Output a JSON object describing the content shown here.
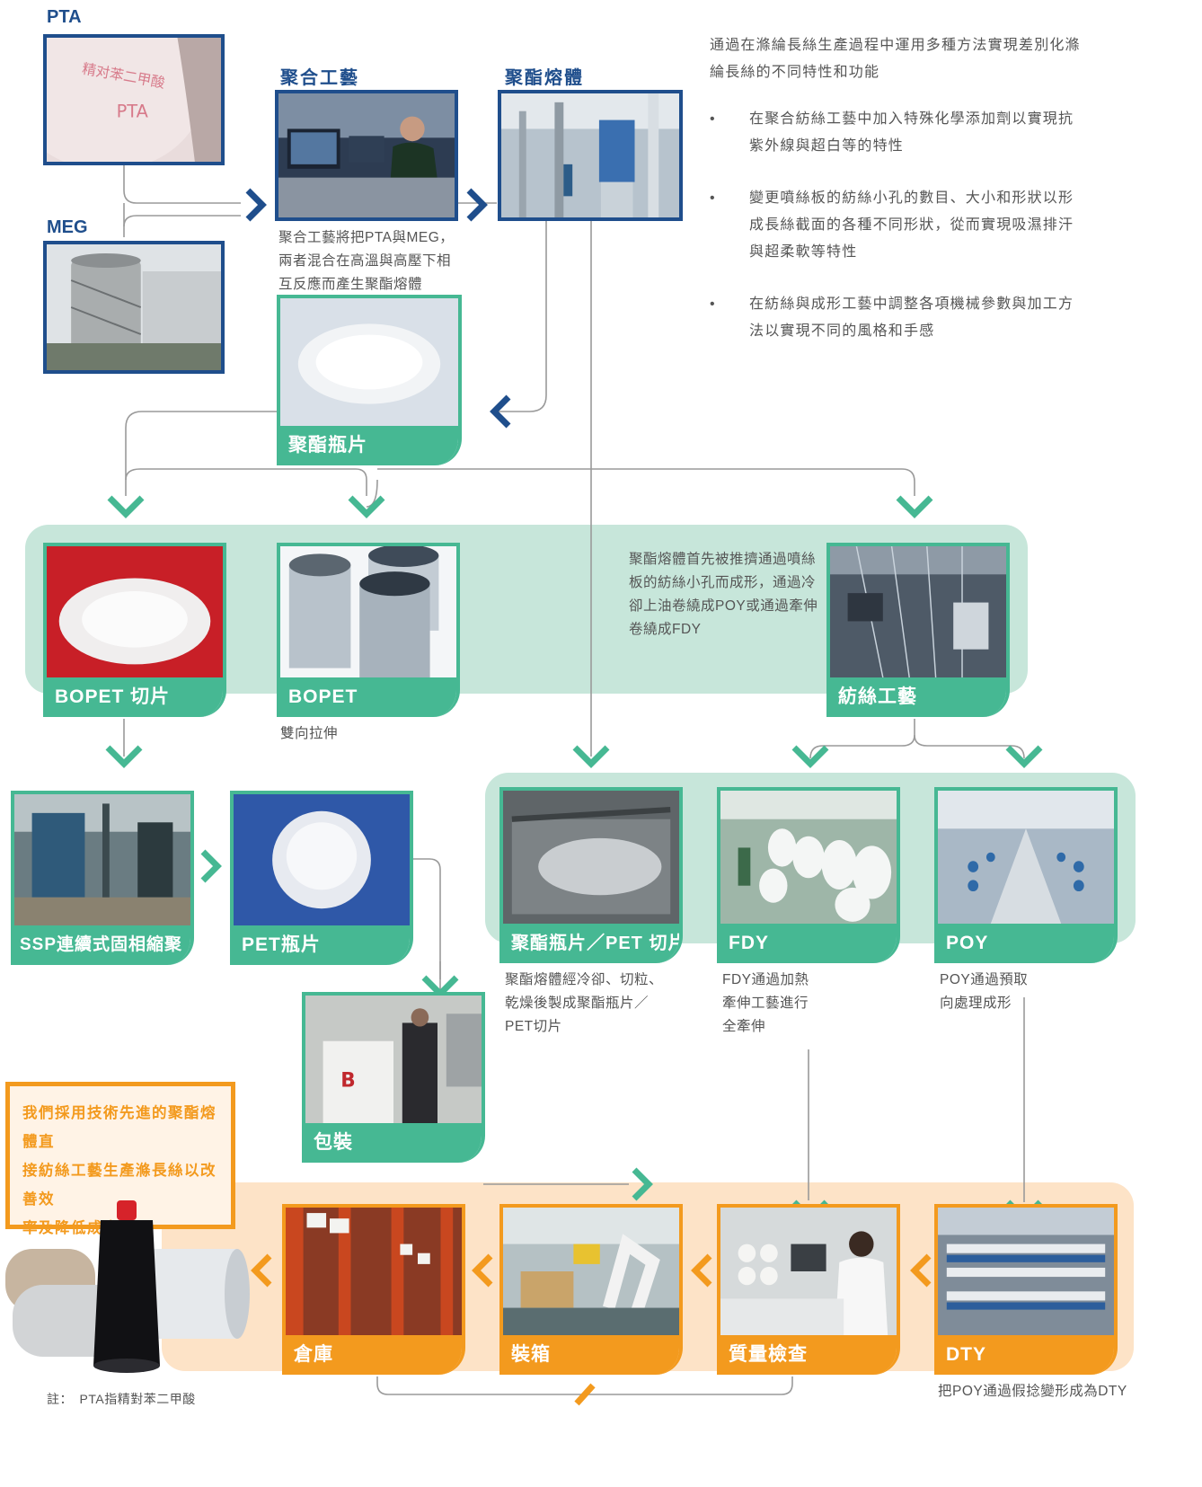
{
  "colors": {
    "navy": "#1f4e8c",
    "green": "#46b893",
    "orange": "#f39a1e",
    "band_green": "#c7e6da",
    "band_orange": "#fde3c7",
    "line": "#9a9a9a"
  },
  "raw_materials": {
    "pta_label": "PTA",
    "meg_label": "MEG"
  },
  "polymer_process": {
    "title": "聚合工藝",
    "desc_lines": [
      "聚合工藝將把PTA與MEG，",
      "兩者混合在高溫與高壓下相",
      "互反應而產生聚酯熔體"
    ]
  },
  "polyester_melt": {
    "title": "聚酯熔體"
  },
  "chips_top": {
    "caption": "聚酯瓶片"
  },
  "intro": {
    "lines": [
      "通過在滌綸長絲生產過程中運用多種方法實現差別化滌",
      "綸長絲的不同特性和功能"
    ]
  },
  "bullets": [
    {
      "dot": "•",
      "lines": [
        "在聚合紡絲工藝中加入特殊化學添加劑以實現抗",
        "紫外線與超白等的特性"
      ]
    },
    {
      "dot": "•",
      "lines": [
        "變更噴絲板的紡絲小孔的數目、大小和形狀以形",
        "成長絲截面的各種不同形狀，從而實現吸濕排汗",
        "與超柔軟等特性"
      ]
    },
    {
      "dot": "•",
      "lines": [
        "在紡絲與成形工藝中調整各項機械參數與加工方",
        "法以實現不同的風格和手感"
      ]
    }
  ],
  "row1": {
    "bopet_chip": {
      "caption": "BOPET 切片"
    },
    "bopet": {
      "caption": "BOPET",
      "desc": "雙向拉伸"
    },
    "spinning": {
      "caption": "紡絲工藝",
      "desc_lines": [
        "聚酯熔體首先被推擠通過噴絲",
        "板的紡絲小孔而成形，通過冷",
        "卻上油卷繞成POY或通過牽伸",
        "卷繞成FDY"
      ]
    }
  },
  "row2": {
    "ssp": {
      "caption": "SSP連續式固相縮聚"
    },
    "pet": {
      "caption": "PET瓶片"
    },
    "chips": {
      "caption": "聚酯瓶片／PET 切片",
      "desc_lines": [
        "聚酯熔體經冷卻、切粒、",
        "乾燥後製成聚酯瓶片／",
        "PET切片"
      ]
    },
    "fdy": {
      "caption": "FDY",
      "desc_lines": [
        "FDY通過加熱",
        "牽伸工藝進行",
        "全牽伸"
      ]
    },
    "poy": {
      "caption": "POY",
      "desc_lines": [
        "POY通過預取",
        "向處理成形"
      ]
    }
  },
  "packaging": {
    "caption": "包裝"
  },
  "highlight": {
    "lines": [
      "我們採用技術先進的聚酯熔體直",
      "接紡絲工藝生產滌長絲以改善效",
      "率及降低成本"
    ]
  },
  "row3": {
    "warehouse": {
      "caption": "倉庫"
    },
    "boxing": {
      "caption": "裝箱"
    },
    "qc": {
      "caption": "質量檢查"
    },
    "dty": {
      "caption": "DTY",
      "desc": "把POY通過假捻變形成為DTY"
    }
  },
  "footnote": {
    "text": "註：　PTA指精對苯二甲酸"
  }
}
